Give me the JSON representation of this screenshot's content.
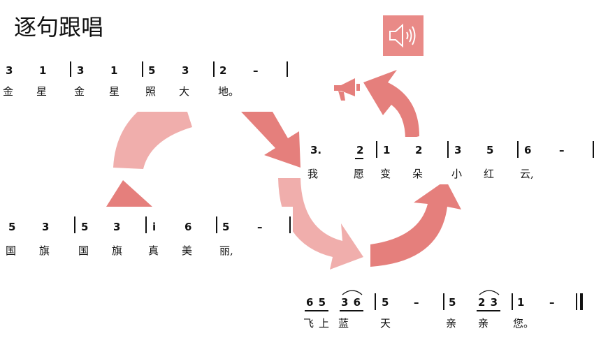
{
  "title": "逐句跟唱",
  "colors": {
    "accent": "#e98a87",
    "arrow_dark": "#e57f7c",
    "arrow_light": "#f0aeac"
  },
  "icons": {
    "speaker": "speaker-icon",
    "megaphone": "megaphone-icon"
  },
  "phrases": [
    {
      "notes": [
        "3",
        "1",
        "3",
        "1",
        "5",
        "3",
        "2",
        "–"
      ],
      "lyrics": [
        "金",
        "星",
        "金",
        "星",
        "照",
        "大",
        "地。"
      ]
    },
    {
      "notes": [
        "3.",
        "2",
        "1",
        "2",
        "3",
        "5",
        "6",
        "–"
      ],
      "lyrics": [
        "我",
        "愿",
        "变",
        "朵",
        "小",
        "红",
        "云,"
      ]
    },
    {
      "notes": [
        "5",
        "3",
        "5",
        "3",
        "i",
        "6",
        "5",
        "–"
      ],
      "lyrics": [
        "国",
        "旗",
        "国",
        "旗",
        "真",
        "美",
        "丽,"
      ]
    },
    {
      "notes": [
        "6 5",
        "3 6",
        "5",
        "–",
        "5",
        "2 3",
        "1",
        "–"
      ],
      "lyrics": [
        "飞",
        "上",
        "蓝",
        "天",
        "亲",
        "亲",
        "您。"
      ]
    }
  ]
}
